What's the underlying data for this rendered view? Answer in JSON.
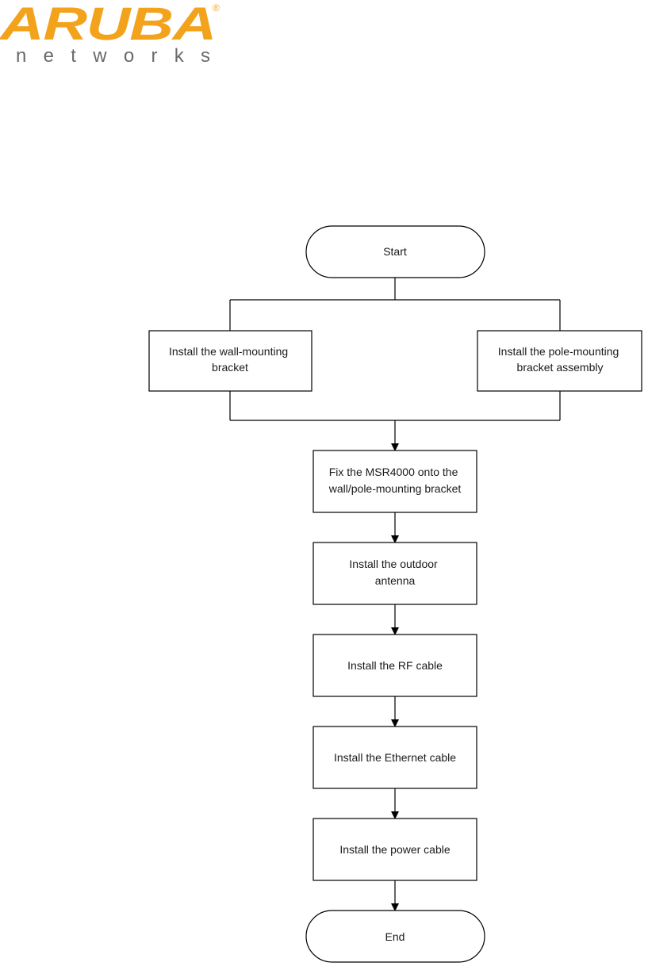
{
  "logo": {
    "wordmark": "ARUBA",
    "registered": "®",
    "subtext": "networks",
    "color": "#f3a31b"
  },
  "flowchart": {
    "start": "Start",
    "branch_left": [
      "Install the wall-mounting",
      "bracket"
    ],
    "branch_right": [
      "Install the pole-mounting",
      "bracket assembly"
    ],
    "steps": [
      [
        "Fix the MSR4000 onto the",
        "wall/pole-mounting bracket"
      ],
      [
        "Install the outdoor",
        "antenna"
      ],
      [
        "Install the RF cable"
      ],
      [
        "Install the Ethernet cable"
      ],
      [
        "Install the power cable"
      ]
    ],
    "end": "End"
  }
}
